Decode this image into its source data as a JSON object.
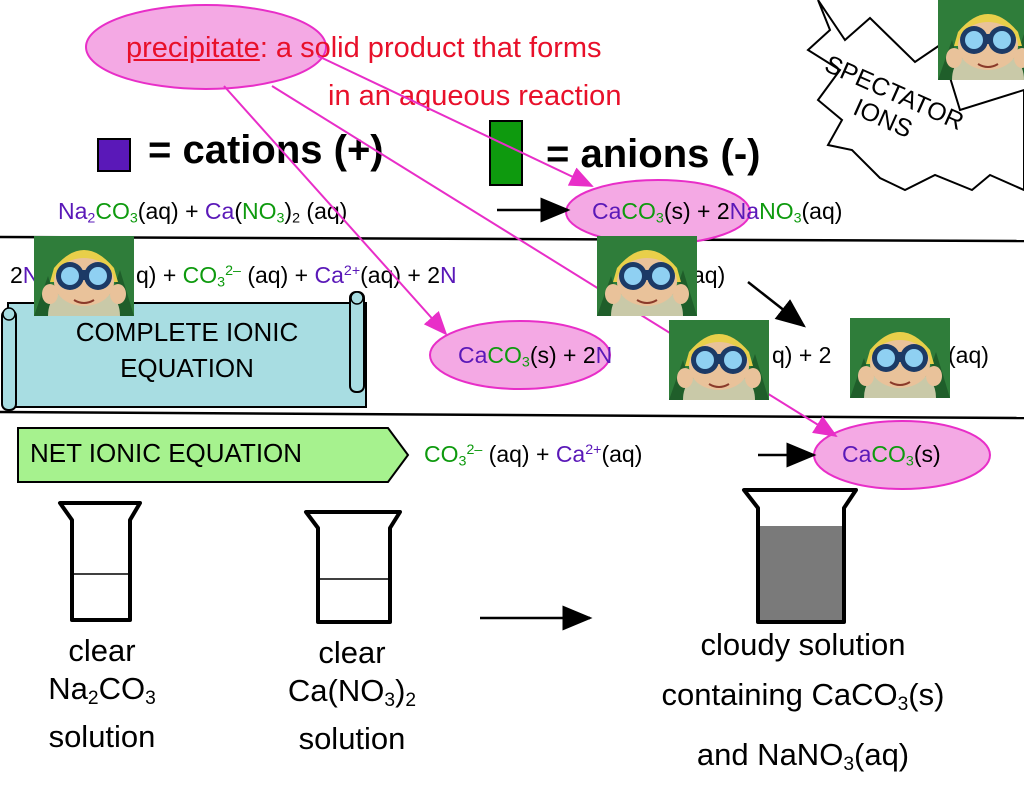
{
  "definition": {
    "term": "precipitate",
    "colon_line1": ": a solid product that forms",
    "line2": "in an aqueous reaction"
  },
  "legend": {
    "cations_label": "= cations (+)",
    "anions_label": "= anions (-)",
    "cation_color": "#5a18b8",
    "anion_color": "#0e9a0e"
  },
  "burst": {
    "line1": "SPECTATOR",
    "line2": "IONS"
  },
  "molecular_equation": {
    "na": "Na",
    "na_sub": "2",
    "co": "CO",
    "co_sub": "3",
    "aq1": "(aq) + ",
    "ca": "Ca",
    "paren_open": "(",
    "no": "NO",
    "no_sub": "3",
    "paren_close": ")",
    "paren_sub": "2",
    "aq2": " (aq)",
    "p_ca": "Ca",
    "p_co": "CO",
    "p_co_sub": "3",
    "p_s": "(s) + 2",
    "p_na": "Na",
    "p_no": "NO",
    "p_no_sub": "3",
    "p_aq": "(aq)"
  },
  "ionic_equation": {
    "lead": "2",
    "hidden1": "N",
    "q1": "q) + ",
    "co": "CO",
    "co_sub": "3",
    "co_sup": "2–",
    "aq1": " (aq) + ",
    "ca": "Ca",
    "ca_sup": "2+",
    "aq2": "(aq) + 2",
    "n2": "N",
    "q2": "aq)"
  },
  "ionic_products": {
    "ca": "Ca",
    "co": "CO",
    "co_sub": "3",
    "s": "(s) + 2",
    "n1": "N",
    "q1": "q) + 2",
    "aq": "(aq)"
  },
  "complete_ionic_label": "COMPLETE IONIC\nEQUATION",
  "net_ionic_label": "NET IONIC EQUATION",
  "net_equation": {
    "co": "CO",
    "co_sub": "3",
    "co_sup": "2–",
    "aq1": " (aq) + ",
    "ca": "Ca",
    "ca_sup": "2+",
    "aq2": "(aq)",
    "p_ca": "Ca",
    "p_co": "CO",
    "p_co_sub": "3",
    "p_s": "(s)"
  },
  "beakers": {
    "left": {
      "line1": "clear",
      "formula_a": "Na",
      "formula_a_sub": "2",
      "formula_b": "CO",
      "formula_b_sub": "3",
      "line3": "solution"
    },
    "middle": {
      "line1": "clear",
      "formula_a": "Ca(NO",
      "formula_a_sub": "3",
      "formula_b": ")",
      "formula_b_sub": "2",
      "line3": "solution"
    },
    "right": {
      "line1": "cloudy solution",
      "line2a": "containing CaCO",
      "line2a_sub": "3",
      "line2b": "(s)",
      "line3a": "and NaNO",
      "line3a_sub": "3",
      "line3b": "(aq)"
    }
  },
  "colors": {
    "highlight_pink": "#f4a9e4",
    "arrow_magenta": "#e82ec8",
    "scroll_fill": "#a8dde2",
    "net_label_fill": "#a6f28e",
    "precipitate_gray": "#7a7a7a"
  }
}
